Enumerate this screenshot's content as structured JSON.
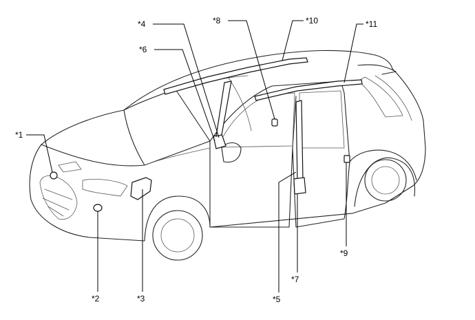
{
  "callouts": [
    {
      "id": "c1",
      "label": "*1"
    },
    {
      "id": "c2",
      "label": "*2"
    },
    {
      "id": "c3",
      "label": "*3"
    },
    {
      "id": "c4",
      "label": "*4"
    },
    {
      "id": "c5",
      "label": "*5"
    },
    {
      "id": "c6",
      "label": "*6"
    },
    {
      "id": "c7",
      "label": "*7"
    },
    {
      "id": "c8",
      "label": "*8"
    },
    {
      "id": "c9",
      "label": "*9"
    },
    {
      "id": "c10",
      "label": "*10"
    },
    {
      "id": "c11",
      "label": "*11"
    }
  ],
  "colors": {
    "line": "#222222",
    "background": "#ffffff"
  }
}
